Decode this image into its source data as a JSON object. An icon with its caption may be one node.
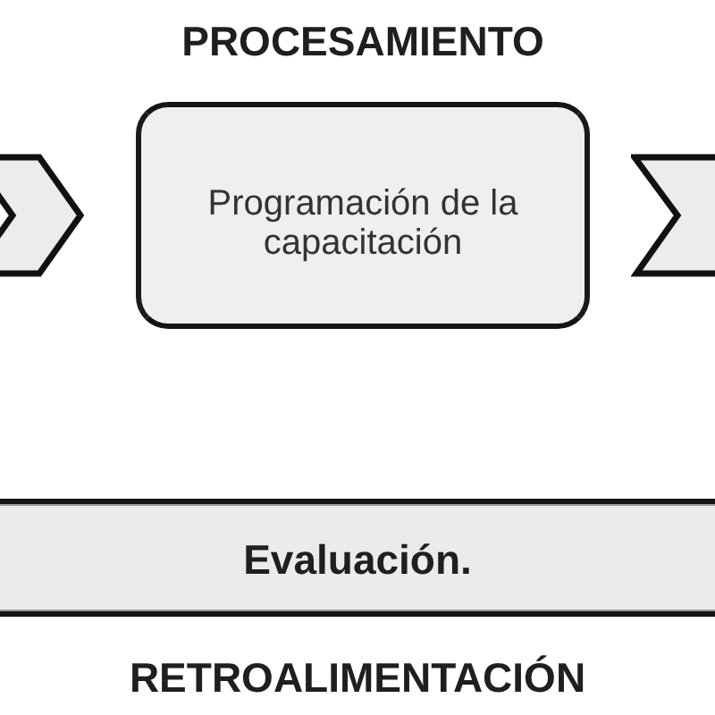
{
  "diagram": {
    "nodes": [
      {
        "text": [],
        "shape": "chevron"
      },
      {
        "text": [
          "PROCESAMIENTO",
          "Programación de la capacitación"
        ]
      },
      {
        "text": [],
        "shape": "chevron"
      },
      {
        "text": [
          "Evaluación.",
          "RETROALIMENTACIÓN"
        ]
      }
    ]
  }
}
